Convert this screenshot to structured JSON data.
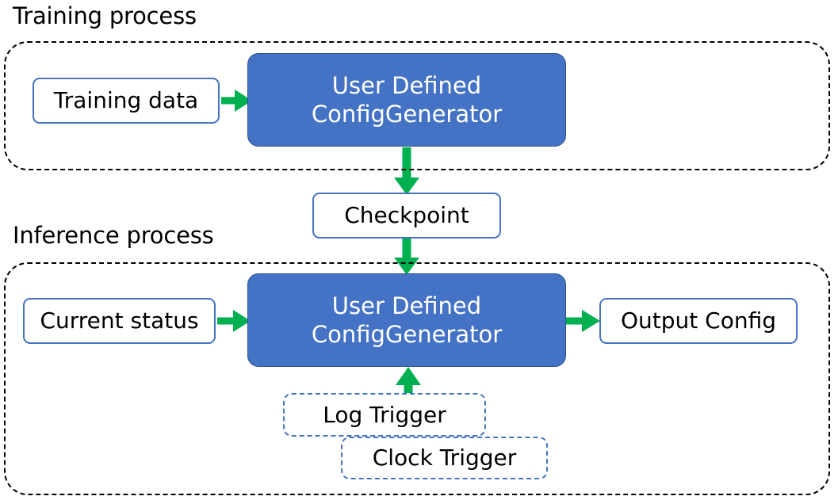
{
  "diagram": {
    "title_training": "Training process",
    "title_inference": "Inference process",
    "colors": {
      "process_fill": "#4472C4",
      "process_stroke": "#2F528F",
      "node_stroke": "#4472C4",
      "group_stroke": "#000000",
      "arrow": "#00B050",
      "text_dark": "#000000",
      "text_light": "#FFFFFF"
    },
    "training": {
      "input_label": "Training data",
      "process_line1": "User Defined",
      "process_line2": "ConfigGenerator"
    },
    "checkpoint": {
      "label": "Checkpoint"
    },
    "inference": {
      "input_label": "Current status",
      "process_line1": "User Defined",
      "process_line2": "ConfigGenerator",
      "output_label": "Output Config",
      "trigger_log": "Log Trigger",
      "trigger_clock": "Clock Trigger"
    },
    "arrows": [
      {
        "name": "training-data-to-process",
        "from": "Training data",
        "to": "User Defined ConfigGenerator",
        "direction": "right"
      },
      {
        "name": "process-to-checkpoint",
        "from": "User Defined ConfigGenerator",
        "to": "Checkpoint",
        "direction": "down"
      },
      {
        "name": "checkpoint-to-inference-process",
        "from": "Checkpoint",
        "to": "User Defined ConfigGenerator",
        "direction": "down"
      },
      {
        "name": "current-status-to-process",
        "from": "Current status",
        "to": "User Defined ConfigGenerator",
        "direction": "right"
      },
      {
        "name": "process-to-output-config",
        "from": "User Defined ConfigGenerator",
        "to": "Output Config",
        "direction": "right"
      },
      {
        "name": "triggers-to-process",
        "from": "Log Trigger / Clock Trigger",
        "to": "User Defined ConfigGenerator",
        "direction": "up"
      }
    ]
  }
}
